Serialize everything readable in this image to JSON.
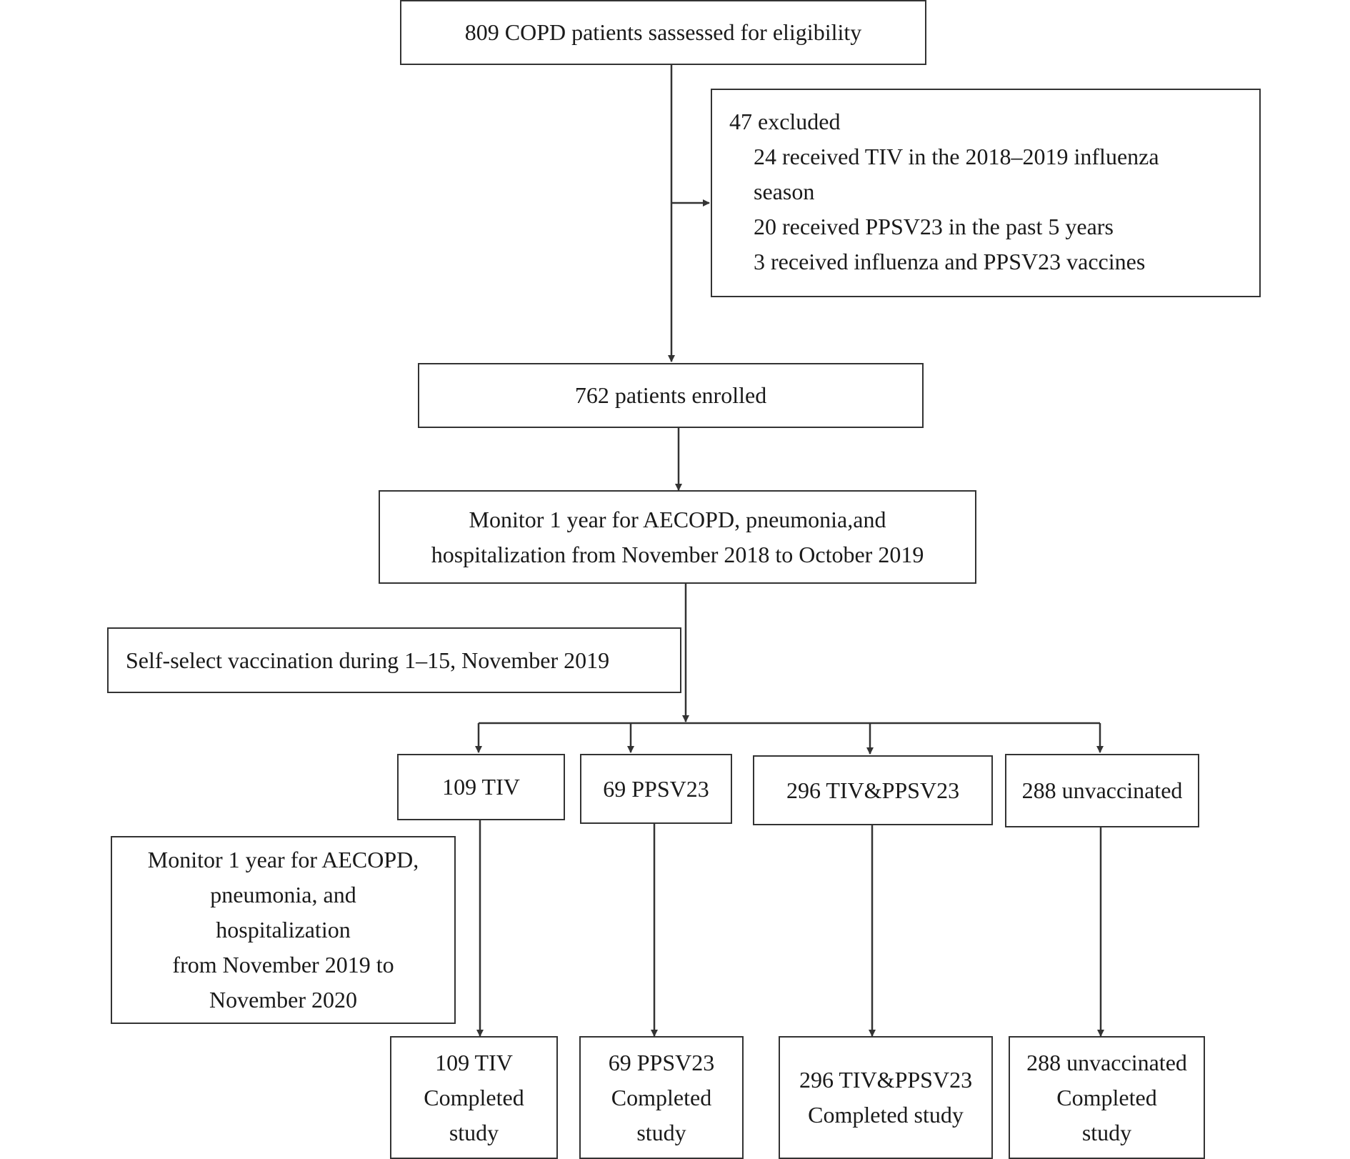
{
  "assessed": "809 COPD patients sassessed for eligibility",
  "excluded": {
    "title": "47 excluded",
    "items": [
      "24 received TIV in the 2018–2019 influenza",
      "season",
      "20 received PPSV23 in the past 5 years",
      "3 received influenza and PPSV23 vaccines"
    ]
  },
  "enrolled": "762 patients enrolled",
  "monitor1": [
    "Monitor 1 year for AECOPD, pneumonia,and",
    "hospitalization from November 2018 to October 2019"
  ],
  "self_select": "Self-select vaccination during 1–15, November 2019",
  "groups": [
    "109 TIV",
    "69 PPSV23",
    "296 TIV&PPSV23",
    "288 unvaccinated"
  ],
  "monitor2": [
    "Monitor 1 year for AECOPD,",
    "pneumonia, and",
    "hospitalization",
    "from November 2019 to",
    "November 2020"
  ],
  "completed": [
    [
      "109 TIV",
      "Completed",
      "study"
    ],
    [
      "69 PPSV23",
      "Completed",
      "study"
    ],
    [
      "296 TIV&PPSV23",
      "Completed study"
    ],
    [
      "288 unvaccinated",
      "Completed",
      "study"
    ]
  ]
}
